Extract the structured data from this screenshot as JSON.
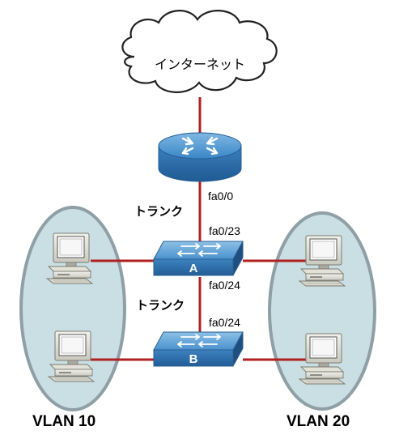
{
  "cloud": {
    "label": "インターネット"
  },
  "router": {
    "port_label": "fa0/0"
  },
  "links": {
    "router_switch_a": "トランク",
    "switch_a_switch_b": "トランク"
  },
  "switch_a": {
    "letter": "A",
    "uplink_port": "fa0/23",
    "downlink_port": "fa0/24"
  },
  "switch_b": {
    "letter": "B",
    "uplink_port": "fa0/24"
  },
  "vlans": [
    {
      "label": "VLAN 10"
    },
    {
      "label": "VLAN 20"
    }
  ],
  "colors": {
    "link": "#b02020",
    "vlan_fill": "#c9dfe3",
    "vlan_stroke": "#8f9fa6",
    "device_blue": "#3d88c6",
    "device_blue_dark": "#20558c"
  }
}
